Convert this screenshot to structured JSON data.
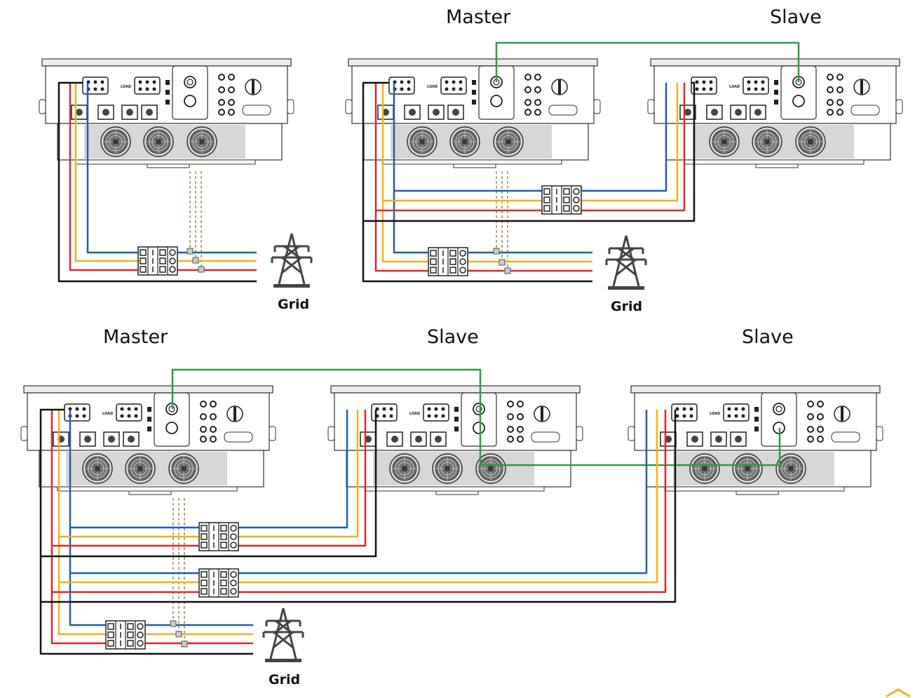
{
  "diagrams": [
    {
      "role_labels": [],
      "inverters": [
        {
          "role": ""
        }
      ],
      "grid": {
        "label": "Grid"
      }
    },
    {
      "role_labels": [
        "Master",
        "Slave"
      ],
      "inverters": [
        {
          "role": "Master"
        },
        {
          "role": "Slave"
        }
      ],
      "grid": {
        "label": "Grid"
      }
    },
    {
      "role_labels": [
        "Master",
        "Slave",
        "Slave"
      ],
      "inverters": [
        {
          "role": "Master"
        },
        {
          "role": "Slave"
        },
        {
          "role": "Slave"
        }
      ],
      "grid": {
        "label": "Grid"
      }
    }
  ],
  "inverter_panel": {
    "connector_label": "LOAD"
  },
  "wire_colors": {
    "L1": "#1f5fa8",
    "L2": "#f0b21b",
    "L3": "#e0262a",
    "N": "#111111",
    "comm": "#2f9a45",
    "ct": "#a8894a"
  },
  "icons": [
    "inverter-unit",
    "cooling-fan",
    "circuit-breaker",
    "current-transformer",
    "transmission-tower-icon"
  ]
}
